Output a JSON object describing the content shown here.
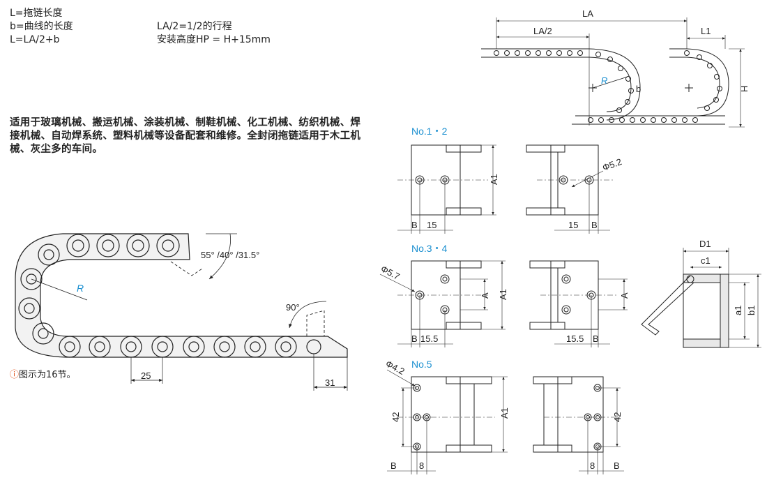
{
  "definitions": {
    "line1": "L=拖链长度",
    "line2": "b=曲线的长度",
    "line3": "L=LA/2+b",
    "travel": "LA/2=1/2的行程",
    "install": "安装高度HP = H+15mm"
  },
  "description": "适用于玻璃机械、搬运机械、涂装机械、制鞋机械、化工机械、纺织机械、焊接机械、自动焊系统、塑料机械等设备配套和维修。全封闭拖链适用于木工机械、灰尘多的车间。",
  "note": {
    "icon": "info-icon",
    "text": "图示为16节。"
  },
  "chain_figure": {
    "angle_label": "55° /40° /31.5°",
    "radius": "R",
    "angle90": "90°",
    "pitch": "25",
    "end_len": "31"
  },
  "layout_figure": {
    "LA": "LA",
    "LA2": "LA/2",
    "L1": "L1",
    "R": "R",
    "b": "b",
    "H": "H"
  },
  "sections": {
    "no12": "No.1・2",
    "no34": "No.3・4",
    "no5": "No.5"
  },
  "dims": {
    "A1": "A1",
    "A": "A",
    "B": "B",
    "d52": "Φ5.2",
    "d57": "Φ5.7",
    "d42": "Φ4.2",
    "v15": "15",
    "v155": "15.5",
    "v42": "42",
    "v8": "8",
    "D1": "D1",
    "c1": "c1",
    "a1": "a1",
    "b1": "b1"
  },
  "colors": {
    "accent": "#1a8fd0",
    "note_icon": "#e04a10"
  }
}
